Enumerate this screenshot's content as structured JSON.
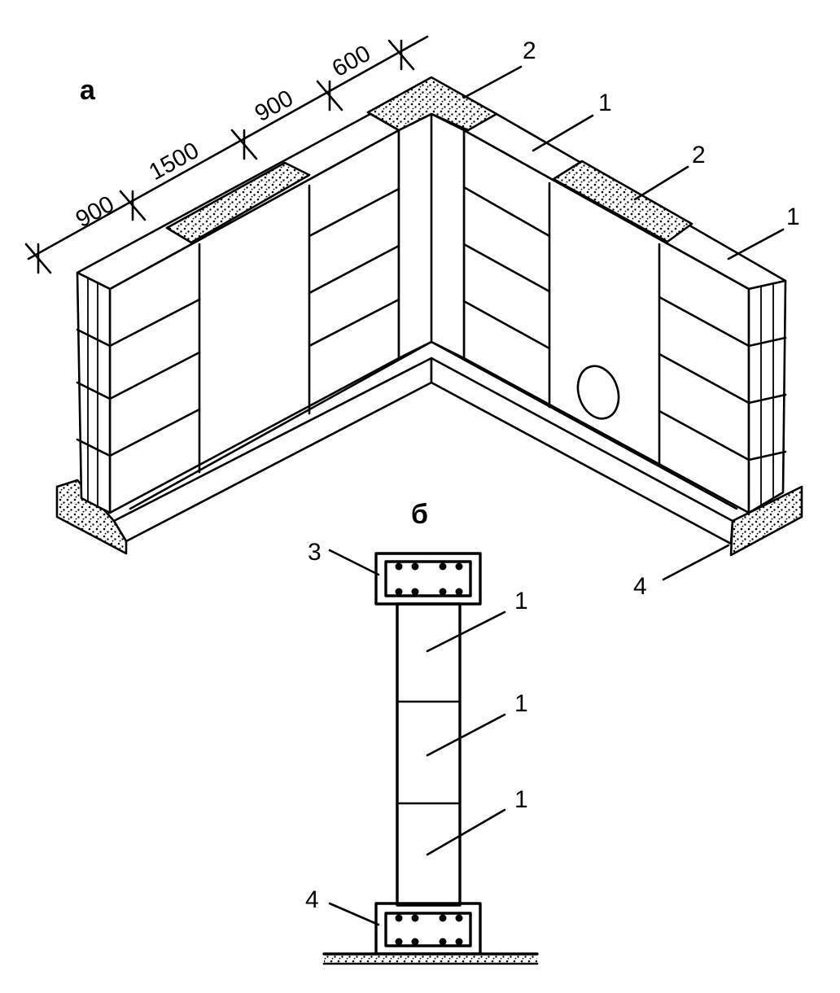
{
  "views": {
    "a": {
      "label": "а"
    },
    "b": {
      "label": "б"
    }
  },
  "dimensions": [
    "900",
    "1500",
    "900",
    "600"
  ],
  "callouts": {
    "wall_block": "1",
    "lintel_block": "2",
    "top_belt": "3",
    "foundation_belt": "4"
  }
}
